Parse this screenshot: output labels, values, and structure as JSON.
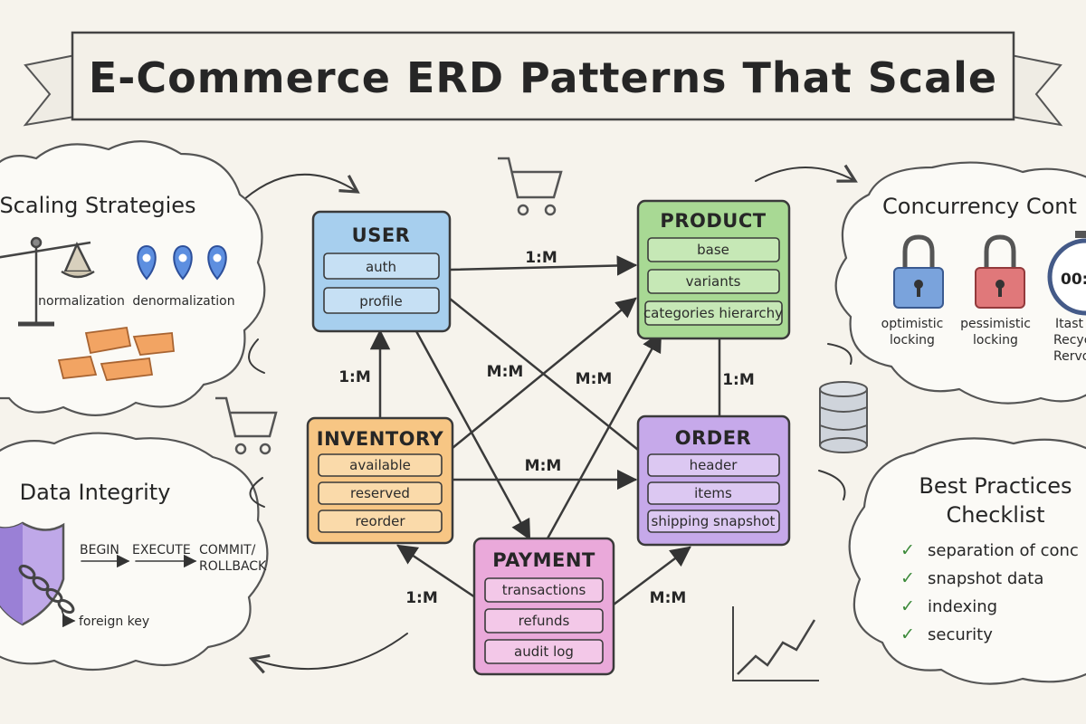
{
  "title": "E-Commerce ERD Patterns That Scale",
  "colors": {
    "user": "#9cc8ec",
    "product": "#9fd48b",
    "inventory": "#f6c27a",
    "order": "#c0a3e6",
    "payment": "#e6a3d6",
    "check": "#3c8a3a"
  },
  "entities": {
    "user": {
      "title": "USER",
      "fields": [
        "auth",
        "profile"
      ]
    },
    "product": {
      "title": "PRODUCT",
      "fields": [
        "base",
        "variants",
        "categories hierarchy"
      ]
    },
    "inventory": {
      "title": "INVENTORY",
      "fields": [
        "available",
        "reserved",
        "reorder"
      ]
    },
    "order": {
      "title": "ORDER",
      "fields": [
        "header",
        "items",
        "shipping snapshot"
      ]
    },
    "payment": {
      "title": "PAYMENT",
      "fields": [
        "transactions",
        "refunds",
        "audit log"
      ]
    }
  },
  "relationships": {
    "user_product": "1:M",
    "inventory_user": "1:M",
    "user_order": "M:M",
    "inventory_product": "M:M",
    "inventory_order": "M:M",
    "product_order": "1:M",
    "payment_inventory": "1:M",
    "payment_order": "M:M"
  },
  "scaling": {
    "title": "Scaling Strategies",
    "left": "normalization",
    "right": "denormalization",
    "icons": [
      "balance-scale-icon",
      "map-pin-icon",
      "puzzle-pieces-icon"
    ]
  },
  "integrity": {
    "title": "Data Integrity",
    "step1": "BEGIN",
    "step2": "EXECUTE",
    "step3a": "COMMIT/",
    "step3b": "ROLLBACK",
    "fk": "foreign key",
    "icons": [
      "shield-icon",
      "chain-icon"
    ]
  },
  "concurrency": {
    "title": "Concurrency Cont",
    "opt1": "optimistic",
    "opt2": "locking",
    "pes1": "pessimistic",
    "pes2": "locking",
    "t1": "Itast",
    "t2": "Recyc",
    "t3": "Rervo",
    "timer": "00:",
    "icons": [
      "padlock-icon",
      "stopwatch-icon"
    ]
  },
  "best_practices": {
    "title1": "Best Practices",
    "title2": "Checklist",
    "items": [
      "separation of conc",
      "snapshot data",
      "indexing",
      "security"
    ]
  }
}
